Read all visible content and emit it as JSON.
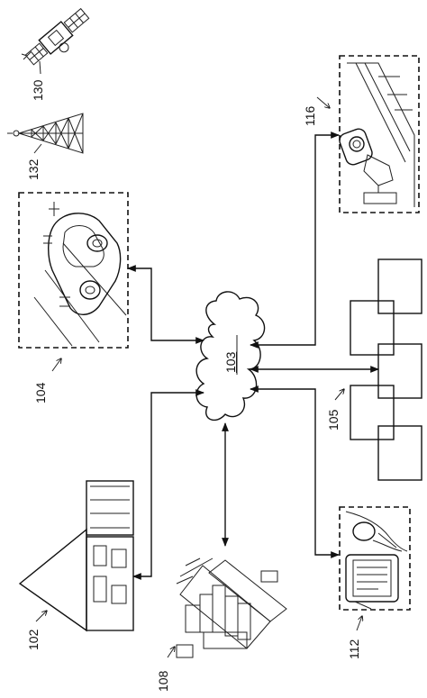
{
  "labels": {
    "satellite": "130",
    "tower": "132",
    "vehicle": "104",
    "camera": "116",
    "network": "103",
    "displays": "105",
    "house": "102",
    "city": "108",
    "mobile": "112"
  }
}
